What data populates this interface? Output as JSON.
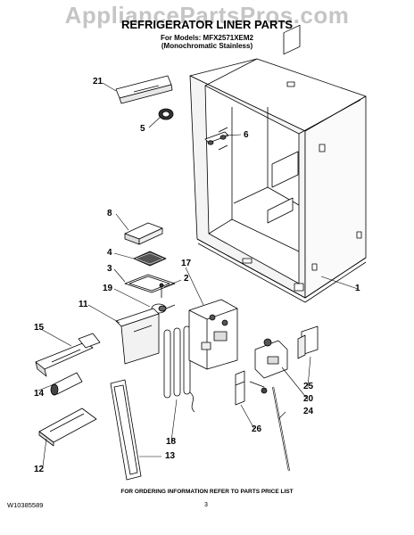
{
  "watermark": "AppliancePartsPros.com",
  "title": "REFRIGERATOR LINER PARTS",
  "subtitle_models": "For Models: MFX2571XEM2",
  "subtitle_variant": "(Monochromatic Stainless)",
  "callouts": {
    "c1": "1",
    "c2": "2",
    "c3": "3",
    "c4": "4",
    "c5": "5",
    "c6": "6",
    "c8": "8",
    "c11": "11",
    "c12": "12",
    "c13": "13",
    "c14": "14",
    "c15": "15",
    "c17": "17",
    "c18": "18",
    "c19": "19",
    "c20": "20",
    "c21": "21",
    "c24": "24",
    "c25": "25",
    "c26": "26"
  },
  "footer_note": "FOR ORDERING INFORMATION REFER TO PARTS PRICE LIST",
  "doc_number": "W10385589",
  "page_number": "3"
}
